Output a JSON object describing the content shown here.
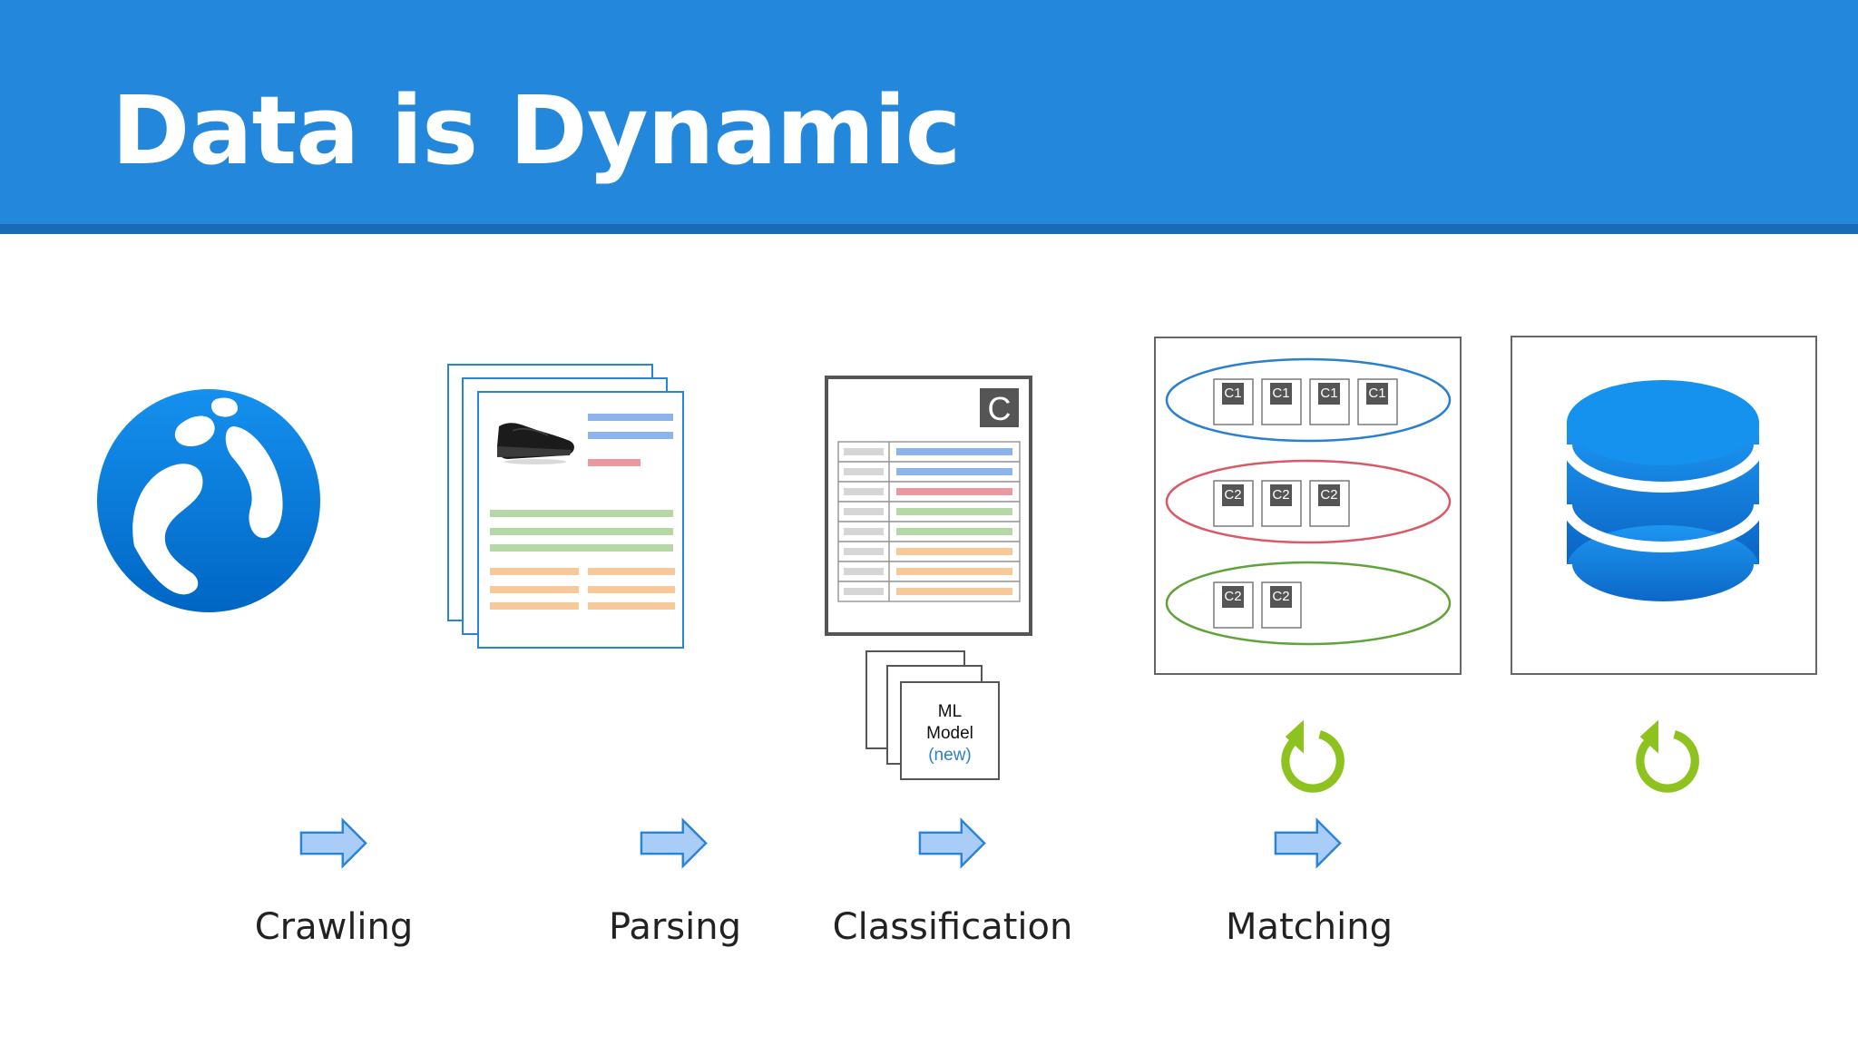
{
  "slide": {
    "title": "Data is Dynamic"
  },
  "stages": [
    {
      "label": "Crawling"
    },
    {
      "label": "Parsing"
    },
    {
      "label": "Classification"
    },
    {
      "label": "Matching"
    }
  ],
  "classifier_card": {
    "badge": "C"
  },
  "ml_model_card": {
    "line1": "ML",
    "line2": "Model",
    "line3": "(new)"
  },
  "clusters": [
    {
      "tags": [
        "C1",
        "C1",
        "C1",
        "C1"
      ],
      "color": "#2a7fd0"
    },
    {
      "tags": [
        "C2",
        "C2",
        "C2"
      ],
      "color": "#d85a66"
    },
    {
      "tags": [
        "C2",
        "C2"
      ],
      "color": "#5fa33a"
    }
  ],
  "colors": {
    "brand_blue": "#2388dc",
    "icon_blue": "#0a7fe0",
    "arrow_fill": "#a9cdf7",
    "arrow_stroke": "#2a84d6",
    "refresh_green": "#8dc21f",
    "line_blue": "#8db4ea",
    "line_red": "#e89aa0",
    "line_green": "#b6d7a6",
    "line_orange": "#f7c99a"
  },
  "icons": {
    "globe": "globe-icon",
    "database": "database-icon",
    "refresh": "refresh-icon",
    "arrow": "arrow-right-icon",
    "shoe": "shoe-icon"
  }
}
